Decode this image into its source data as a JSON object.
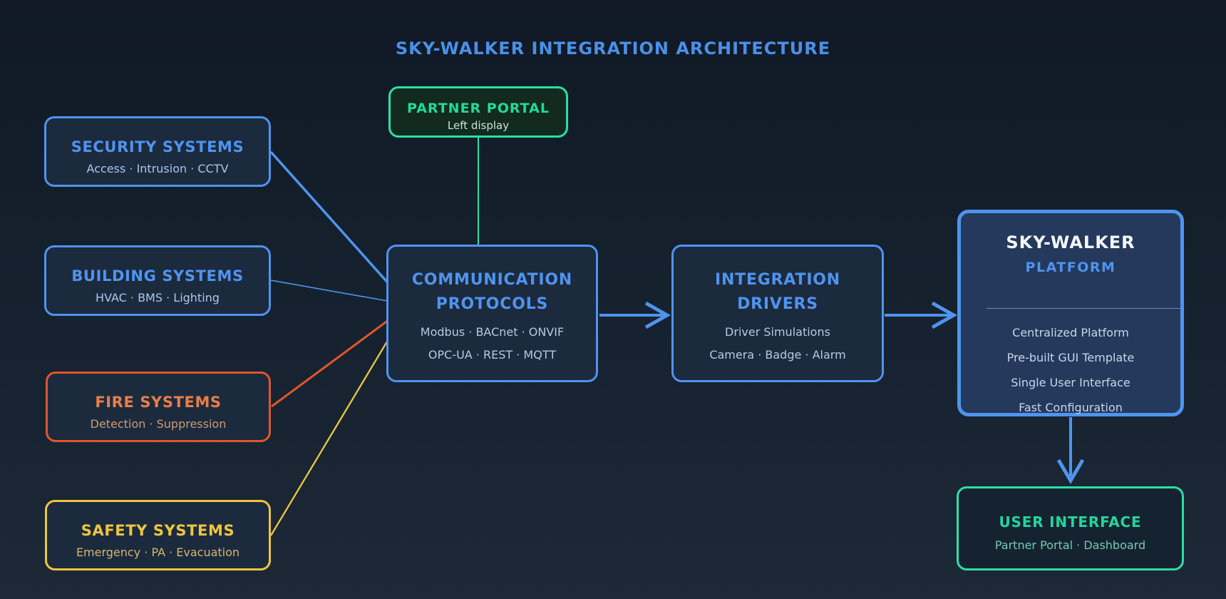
{
  "diagram": {
    "title": "SKY-WALKER INTEGRATION ARCHITECTURE",
    "nodes": {
      "partner_portal": {
        "title": "PARTNER PORTAL",
        "subtitle": "Left display"
      },
      "security": {
        "title": "SECURITY SYSTEMS",
        "subtitle": "Access · Intrusion · CCTV"
      },
      "building": {
        "title": "BUILDING SYSTEMS",
        "subtitle": "HVAC · BMS · Lighting"
      },
      "fire": {
        "title": "FIRE SYSTEMS",
        "subtitle": "Detection · Suppression"
      },
      "safety": {
        "title": "SAFETY SYSTEMS",
        "subtitle": "Emergency · PA · Evacuation"
      },
      "protocols": {
        "title_line1": "COMMUNICATION",
        "title_line2": "PROTOCOLS",
        "subtitle1": "Modbus · BACnet · ONVIF",
        "subtitle2": "OPC-UA · REST · MQTT"
      },
      "drivers": {
        "title_line1": "INTEGRATION",
        "title_line2": "DRIVERS",
        "subtitle1": "Driver Simulations",
        "subtitle2": "Camera · Badge · Alarm"
      },
      "platform": {
        "title": "SKY-WALKER",
        "subtitle": "PLATFORM",
        "items": [
          "Centralized Platform",
          "Pre-built GUI Template",
          "Single User Interface",
          "Fast Configuration"
        ]
      },
      "user_interface": {
        "title": "USER INTERFACE",
        "subtitle": "Partner Portal · Dashboard"
      }
    },
    "colors": {
      "blue": "#4f94ef",
      "green": "#2be0a2",
      "orange": "#e0562b",
      "yellow": "#eec63e"
    }
  }
}
